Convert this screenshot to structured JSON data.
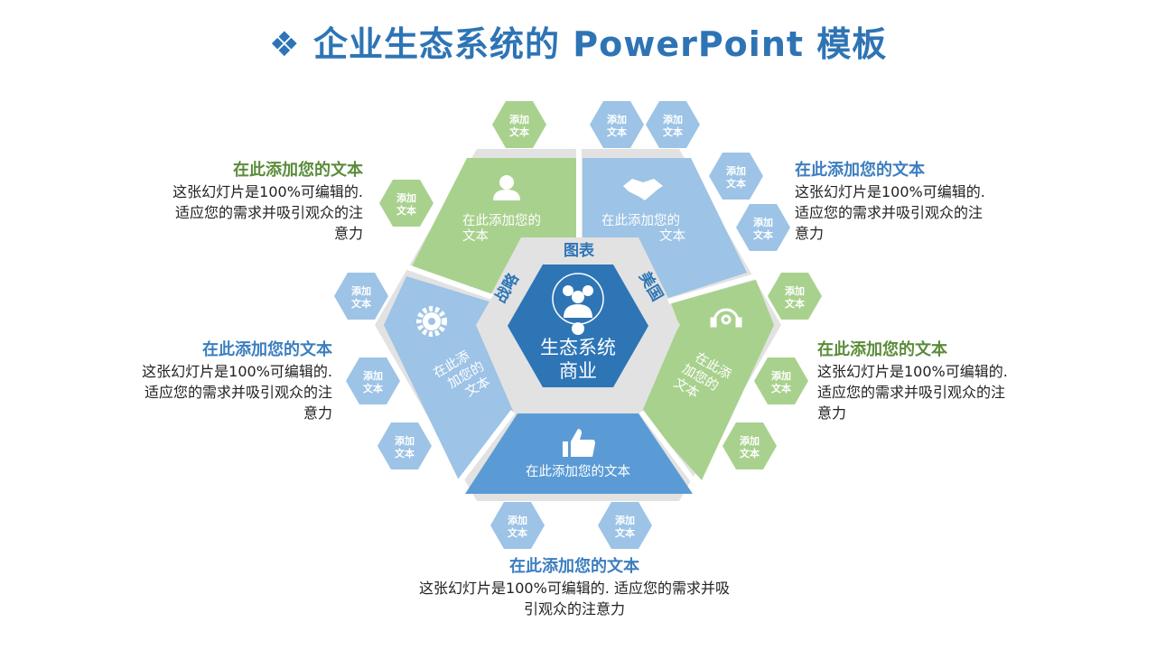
{
  "title": "❖ 企业生态系统的 PowerPoint 模板",
  "colors": {
    "accent": "#2e74b5",
    "green": "#a9d18e",
    "light_blue": "#9dc3e6",
    "mid_blue": "#5b9bd5",
    "dark_blue": "#2e75b6",
    "gray": "#e2e2e2"
  },
  "center": {
    "line1": "生态系统",
    "line2": "商业",
    "icon": "people-group-icon"
  },
  "inner_labels": {
    "top": "图表",
    "left": "战略",
    "right": "美国"
  },
  "segments": {
    "top_left": {
      "line1": "在此添加您的",
      "line2": "文本",
      "icon": "headset-person-icon"
    },
    "top_right": {
      "line1": "在此添加您的",
      "line2": "文本",
      "icon": "handshake-icon"
    },
    "right": {
      "line1": "在此添",
      "line2": "加您的",
      "line3": "文本",
      "icon": "headphones-icon"
    },
    "bottom": {
      "line1": "在此添加您的文本",
      "icon": "thumbs-up-icon"
    },
    "left": {
      "line1": "在此添",
      "line2": "加您的",
      "line3": "文本",
      "icon": "gear-icon"
    }
  },
  "small_hex": {
    "line1": "添加",
    "line2": "文本"
  },
  "blocks": [
    {
      "title": "在此添加您的文本",
      "lines": [
        "这张幻灯片是100%可编辑的.",
        "适应您的需求并吸引观众的注",
        "意力"
      ]
    },
    {
      "title": "在此添加您的文本",
      "lines": [
        "这张幻灯片是100%可编辑的.",
        "适应您的需求并吸引观众的注",
        "意力"
      ]
    },
    {
      "title": "在此添加您的文本",
      "lines": [
        "这张幻灯片是100%可编辑的.",
        "适应您的需求并吸引观众的注",
        "意力"
      ]
    },
    {
      "title": "在此添加您的文本",
      "lines": [
        "这张幻灯片是100%可编辑的.",
        "适应您的需求并吸引观众的注",
        "意力"
      ]
    },
    {
      "title": "在此添加您的文本",
      "lines": [
        "这张幻灯片是100%可编辑的. 适应您的需求并吸",
        "引观众的注意力"
      ]
    }
  ]
}
